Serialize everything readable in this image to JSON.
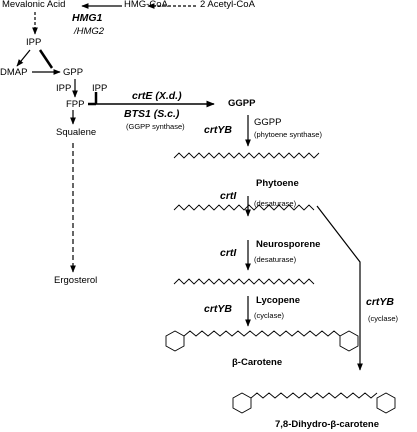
{
  "labels": {
    "mevalonic_acid": "Mevalonic Acid",
    "hmg_coa": "HMG-CoA",
    "acetyl_coa": "2 Acetyl-CoA",
    "hmg1": "HMG1",
    "hmg2": "/HMG2",
    "ipp_top": "IPP",
    "dmap": "DMAP",
    "gpp": "GPP",
    "ipp_mid": "IPP",
    "ipp_fpp": "IPP",
    "fpp": "FPP",
    "squalene": "Squalene",
    "ergosterol": "Ergosterol",
    "crte": "crtE (X.d.)",
    "bts1": "BTS1 (S.c.)",
    "ggpp_synthase": "(GGPP synthase)",
    "ggpp": "GGPP",
    "ggpp_small": "GGPP",
    "phytoene_synthase": "(phytoene synthase)",
    "crtyb_1": "crtYB",
    "phytoene": "Phytoene",
    "crti_1": "crtI",
    "desaturase_1": "(desaturase)",
    "neurosporene": "Neurosporene",
    "crti_2": "crtI",
    "desaturase_2": "(desaturase)",
    "lycopene": "Lycopene",
    "crtyb_2": "crtYB",
    "cyclase_1": "(cyclase)",
    "beta_carotene": "β-Carotene",
    "crtyb_3": "crtYB",
    "cyclase_2": "(cyclase)",
    "dihydro_beta_carotene": "7,8-Dihydro-β-carotene"
  }
}
